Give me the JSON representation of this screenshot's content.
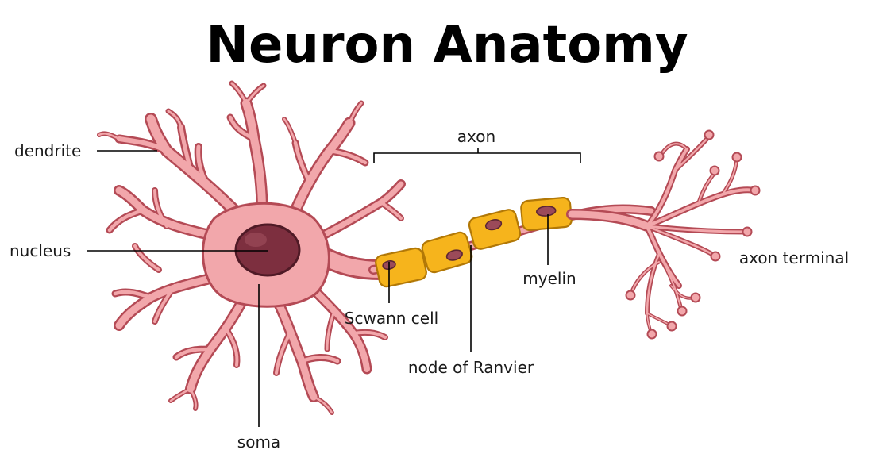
{
  "title": "Neuron Anatomy",
  "labels": {
    "dendrite": "dendrite",
    "nucleus": "nucleus",
    "soma": "soma",
    "axon": "axon",
    "schwann_cell": "Scwann cell",
    "node_of_ranvier": "node of Ranvier",
    "myelin": "myelin",
    "axon_terminal": "axon terminal"
  },
  "colors": {
    "cell_body": "#f2a7ab",
    "cell_outline": "#b44a55",
    "nucleus": "#7d2f3f",
    "myelin": "#f6b41c",
    "text": "#1a1a1a"
  }
}
